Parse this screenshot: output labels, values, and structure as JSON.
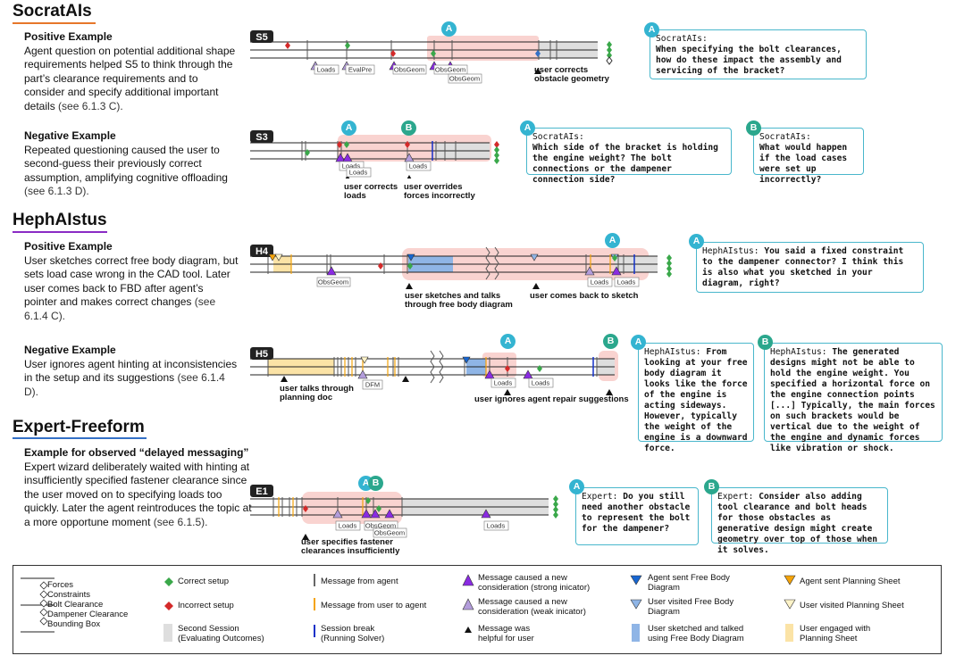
{
  "sections": {
    "socratais": {
      "title": "SocratAIs",
      "color": "#e6772a"
    },
    "hephaistus": {
      "title": "HephAIstus",
      "color": "#8a2bc4"
    },
    "expert": {
      "title": "Expert-Freeform",
      "color": "#3470c6"
    }
  },
  "examples": {
    "s_pos": {
      "title": "Positive Example",
      "body": "Agent question on potential additional shape requirements helped S5 to think through the part’s clearance requirements and to consider and specify additional important details",
      "ref": "(see 6.1.3 C)."
    },
    "s_neg": {
      "title": "Negative Example",
      "body": "Repeated questioning caused the user to second-guess their previously correct assumption, amplifying cognitive offloading",
      "ref": "(see 6.1.3 D)."
    },
    "h_pos": {
      "title": "Positive Example",
      "body": "User sketches correct free body diagram, but sets load case wrong in the CAD tool. Later user comes back to FBD after agent’s pointer and makes correct changes",
      "ref": "(see 6.1.4 C)."
    },
    "h_neg": {
      "title": "Negative Example",
      "body": "User ignores agent hinting at inconsistencies in the setup and its suggestions",
      "ref": "(see 6.1.4 D)."
    },
    "e_ex": {
      "title": "Example for observed “delayed messaging”",
      "body": "Expert wizard deliberately waited with hinting at insufficiently specified fastener clearance since the user moved on to specifying loads too quickly. Later the agent reintroduces the topic at a more opportune moment",
      "ref": "(see 6.1.5)."
    }
  },
  "timelines": {
    "s5": {
      "id": "S5",
      "tags": [
        "Loads",
        "EvalPre",
        "ObsGeom",
        "ObsGeom",
        "ObsGeom"
      ],
      "annotations": [
        "user corrects\nobstacle geometry"
      ]
    },
    "s3": {
      "id": "S3",
      "tags": [
        "Loads",
        "Loads",
        "Loads"
      ],
      "annotations": [
        "user corrects\nloads",
        "user overrides\nforces incorrectly"
      ]
    },
    "h4": {
      "id": "H4",
      "tags": [
        "ObsGeom",
        "Loads",
        "Loads"
      ],
      "annotations": [
        "user sketches and talks\nthrough free body diagram",
        "user comes back to sketch"
      ]
    },
    "h5": {
      "id": "H5",
      "tags": [
        "DFM",
        "Loads",
        "Loads"
      ],
      "annotations": [
        "user talks through\nplanning doc",
        "user ignores agent repair suggestions"
      ]
    },
    "e1": {
      "id": "E1",
      "tags": [
        "Loads",
        "ObsGeom",
        "ObsGeom",
        "Loads"
      ],
      "annotations": [
        "user specifies fastener\nclearances insufficiently"
      ]
    }
  },
  "bubbles": {
    "s5a": {
      "badge": "A",
      "speaker": "SocratAIs:",
      "text": "When specifying the bolt clearances, how do these impact the assembly and servicing of the bracket?"
    },
    "s3a": {
      "badge": "A",
      "speaker": "SocratAIs:",
      "text": "Which side of the bracket is holding the engine weight? The bolt connections or the dampener connection side?"
    },
    "s3b": {
      "badge": "B",
      "speaker": "SocratAIs:",
      "text": "What would happen if the load cases were set up incorrectly?"
    },
    "h4a": {
      "badge": "A",
      "speaker": "HephAIstus:",
      "text": "You said a fixed constraint to the dampener connector? I think this is also what you sketched in your diagram, right?"
    },
    "h5a": {
      "badge": "A",
      "speaker": "HephAIstus:",
      "text": "From looking at your free body diagram it looks like the force of the engine is acting sideways. However, typically the weight of the engine is a downward force."
    },
    "h5b": {
      "badge": "B",
      "speaker": "HephAIstus:",
      "text": "The generated designs might not be able to hold the engine weight. You specified a horizontal force on the engine connection points [...] Typically, the main forces on such brackets would be vertical due to the weight of the engine and dynamic forces like vibration or shock."
    },
    "e1a": {
      "badge": "A",
      "speaker": "Expert:",
      "text": "Do you still need another obstacle to represent the bolt for the dampener?"
    },
    "e1b": {
      "badge": "B",
      "speaker": "Expert:",
      "text": "Consider also adding tool clearance and bolt heads for those obstacles as generative design might create geometry over top of those when it solves."
    }
  },
  "legend": {
    "lines": [
      "Forces",
      "Constraints",
      "Bolt Clearance",
      "Dampener Clearance",
      "Bounding Box"
    ],
    "correct": "Correct setup",
    "incorrect": "Incorrect setup",
    "second": "Second Session\n(Evaluating Outcomes)",
    "msg_agent": "Message from agent",
    "msg_user": "Message from user to agent",
    "session_break": "Session break\n(Running Solver)",
    "strong": "Message caused a new\nconsideration (strong inicator)",
    "weak": "Message caused a new\nconsideration (weak inicator)",
    "helpful": "Message was\nhelpful for user",
    "fbd_sent": "Agent sent Free Body\nDiagram",
    "fbd_visit": "User visited Free Body\nDiagram",
    "fbd_sketch": "User sketched and talked\nusing Free Body Diagram",
    "plan_sent": "Agent sent Planning Sheet",
    "plan_visit": "User visited Planning Sheet",
    "plan_engage": "User engaged with\nPlanning Sheet"
  },
  "colors": {
    "green": "#3aa84a",
    "red": "#d42a2a",
    "purple": "#8a2be2",
    "lavender": "#b39ddb",
    "blue": "#1766d1",
    "lightblue": "#8fb5e6",
    "orange": "#f4a30a",
    "lightorange": "#fbe3a6",
    "pink": "#f9d3d0",
    "gray": "#dedede"
  }
}
